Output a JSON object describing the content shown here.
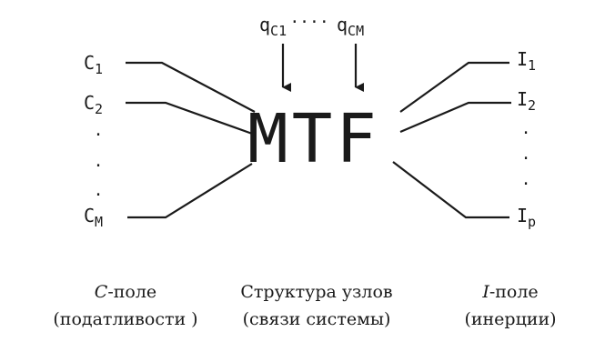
{
  "mtf_label": "MTF",
  "inputs": {
    "q_first": {
      "base": "q",
      "sub": "C1"
    },
    "q_dots": "····",
    "q_last": {
      "base": "q",
      "sub": "CM"
    }
  },
  "c_field": {
    "ports": [
      {
        "base": "C",
        "sub": "1"
      },
      {
        "base": "C",
        "sub": "2"
      },
      {
        "base": "C",
        "sub": "M"
      }
    ],
    "dots": [
      "·",
      "·",
      "·"
    ]
  },
  "i_field": {
    "ports": [
      {
        "base": "I",
        "sub": "1"
      },
      {
        "base": "I",
        "sub": "2"
      },
      {
        "base": "I",
        "sub": "p"
      }
    ],
    "dots": [
      "·",
      "·",
      "·"
    ]
  },
  "captions": {
    "left": {
      "letter": "C",
      "rest": "-поле",
      "line2": "(податливости )"
    },
    "middle": {
      "line1": "Структура узлов",
      "line2": "(связи системы)"
    },
    "right": {
      "letter": "I",
      "rest": "-поле",
      "line2": "(инерции)"
    }
  },
  "colors": {
    "ink": "#1a1a1a",
    "background": "#ffffff"
  }
}
